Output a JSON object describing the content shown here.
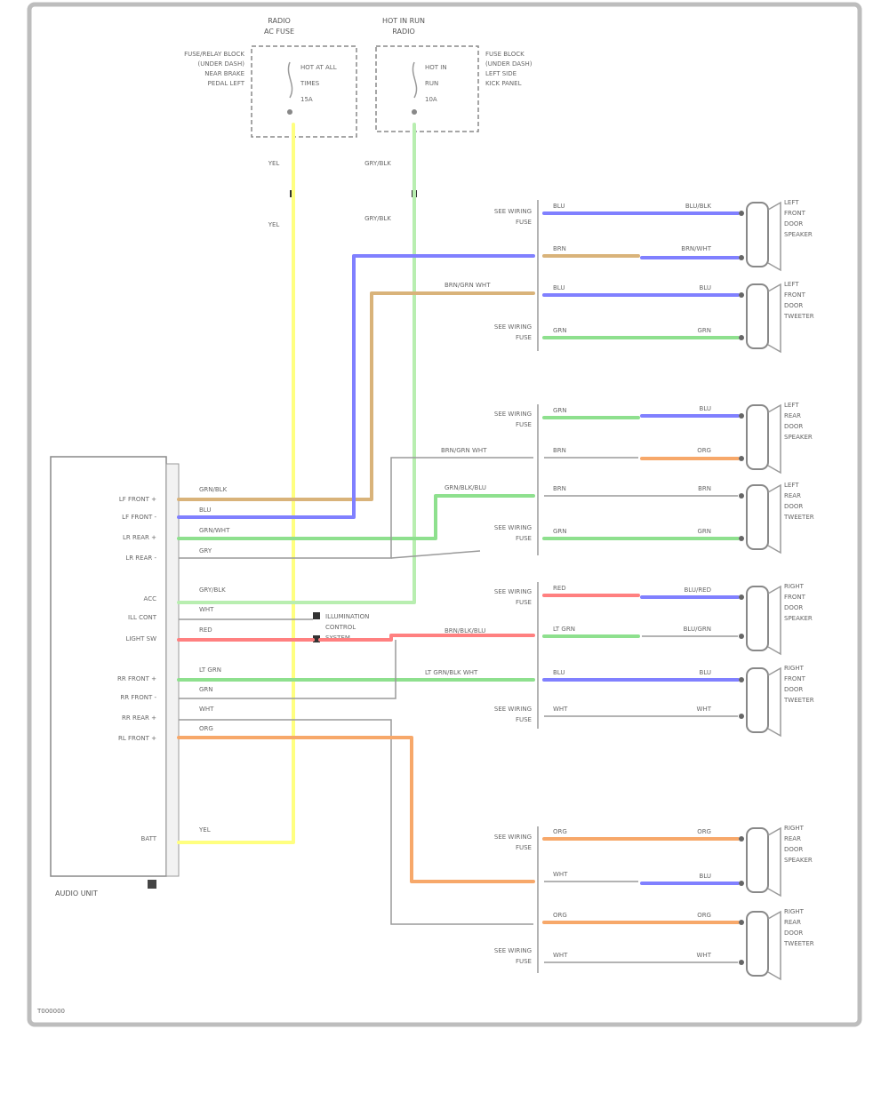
{
  "diagram": {
    "figure_id": "T000000",
    "colors": {
      "violet": "#8080ff",
      "tan": "#d9b37a",
      "green": "#8ee08e",
      "orange": "#f7a86a",
      "red": "#ff8080",
      "yellow": "#ffff80",
      "gray": "#9a9a9a",
      "white": "#e8e8e8"
    },
    "top_boxes": [
      {
        "id": "radio-fuse",
        "title": [
          "RADIO",
          "AC FUSE"
        ],
        "left_text": [
          "FUSE/RELAY BLOCK",
          "(UNDER DASH)",
          "NEAR BRAKE",
          "PEDAL LEFT"
        ],
        "inside_text": [
          "HOT AT ALL",
          "TIMES",
          "15A"
        ],
        "wire": "YEL"
      },
      {
        "id": "hot-run-fuse",
        "title": [
          "HOT IN RUN",
          "RADIO"
        ],
        "left_text": [],
        "inside_text": [
          "HOT IN",
          "RUN",
          "10A"
        ],
        "right_text": [
          "FUSE BLOCK",
          "(UNDER DASH)",
          "LEFT SIDE",
          "KICK PANEL"
        ],
        "wire": "GRY/BLK"
      }
    ],
    "audio_unit": {
      "label": "AUDIO UNIT",
      "pins": [
        {
          "label": "LF FRONT +",
          "wire": "GRN/BLK"
        },
        {
          "label": "LF FRONT -",
          "wire": "BLU"
        },
        {
          "label": "LR REAR +",
          "wire": "GRN/WHT"
        },
        {
          "label": "LR REAR -",
          "wire": "GRY"
        },
        {
          "label": "ACC",
          "wire": "GRY/BLK"
        },
        {
          "label": "ILL CONT",
          "wire": "WHT"
        },
        {
          "label": "LIGHT SW",
          "wire": "RED"
        },
        {
          "label": "RR FRONT +",
          "wire": "LT GRN"
        },
        {
          "label": "RR FRONT -",
          "wire": "GRN"
        },
        {
          "label": "RR REAR +",
          "wire": "WHT"
        },
        {
          "label": "RL FRONT +",
          "wire": "ORG"
        },
        {
          "label": "BATT",
          "wire": "YEL"
        }
      ],
      "illum_labels": [
        "ILLUMINATION",
        "CONTROL",
        "SYSTEM"
      ]
    },
    "speakers": [
      {
        "name": [
          "LEFT",
          "FRONT",
          "DOOR",
          "SPEAKER"
        ],
        "wires_in": [
          "BLU",
          "BRN"
        ],
        "wires_out": [
          "BLU/BLK",
          "BRN/WHT"
        ]
      },
      {
        "name": [
          "LEFT",
          "FRONT",
          "DOOR",
          "TWEETER"
        ],
        "wires_in": [
          "BLU",
          "GRN"
        ],
        "wires_out": [
          "BLU",
          "GRN"
        ]
      },
      {
        "name": [
          "LEFT",
          "REAR",
          "DOOR",
          "SPEAKER"
        ],
        "wires_in": [
          "GRN",
          "BRN"
        ],
        "wires_out": [
          "BLU",
          "ORG"
        ]
      },
      {
        "name": [
          "LEFT",
          "REAR",
          "DOOR",
          "TWEETER"
        ],
        "wires_in": [
          "BRN",
          "GRN"
        ],
        "wires_out": [
          "BRN",
          "GRN"
        ]
      },
      {
        "name": [
          "RIGHT",
          "FRONT",
          "DOOR",
          "SPEAKER"
        ],
        "wires_in": [
          "RED",
          "LT GRN"
        ],
        "wires_out": [
          "BLU/RED",
          "BLU/GRN"
        ]
      },
      {
        "name": [
          "RIGHT",
          "FRONT",
          "DOOR",
          "TWEETER"
        ],
        "wires_in": [
          "BLU",
          "WHT"
        ],
        "wires_out": [
          "BLU",
          "WHT"
        ]
      },
      {
        "name": [
          "RIGHT",
          "REAR",
          "DOOR",
          "SPEAKER"
        ],
        "wires_in": [
          "ORG",
          "WHT"
        ],
        "wires_out": [
          "ORG",
          "BLU"
        ]
      },
      {
        "name": [
          "RIGHT",
          "REAR",
          "DOOR",
          "TWEETER"
        ],
        "wires_in": [
          "ORG",
          "WHT"
        ],
        "wires_out": [
          "ORG",
          "WHT"
        ]
      }
    ],
    "junctions": [
      {
        "top": "SEE WIRING",
        "bottom": "FUSE"
      },
      {
        "top": "SEE WIRING",
        "bottom": "FUSE"
      },
      {
        "top": "SEE WIRING",
        "bottom": "FUSE"
      },
      {
        "top": "SEE WIRING",
        "bottom": "FUSE"
      },
      {
        "top": "SEE WIRING",
        "bottom": "FUSE"
      },
      {
        "top": "SEE WIRING",
        "bottom": "FUSE"
      },
      {
        "top": "SEE WIRING",
        "bottom": "FUSE"
      },
      {
        "top": "SEE WIRING",
        "bottom": "FUSE"
      }
    ],
    "mid_wire_labels": [
      "BRN/GRN WHT",
      "BRN/GRN WHT",
      "GRN/BLK/BLU",
      "BRN/BLK/BLU",
      "LT GRN/BLK WHT"
    ]
  }
}
